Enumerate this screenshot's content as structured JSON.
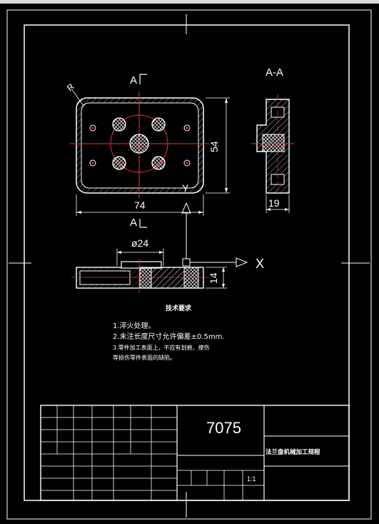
{
  "drawing": {
    "view_top_label": "A",
    "view_bottom_label": "A",
    "section_label": "A-A",
    "dim_width": "74",
    "dim_height": "54",
    "dim_radius": "R",
    "dim_section_width": "19",
    "dim_diameter": "ø24",
    "dim_thickness": "14",
    "axis_x": "X",
    "axis_y": "Y"
  },
  "notes": {
    "title": "技术要求",
    "lines": [
      "1.淬火处理。",
      "2.未注长度尺寸允许偏差±0.5mm.",
      "3.零件加工表面上，不应有划痕、擦伤",
      "等损伤零件表面的缺陷。"
    ]
  },
  "title_block": {
    "material": "7075",
    "part_name": "法兰盘机械加工规程",
    "scale": "1:1"
  }
}
